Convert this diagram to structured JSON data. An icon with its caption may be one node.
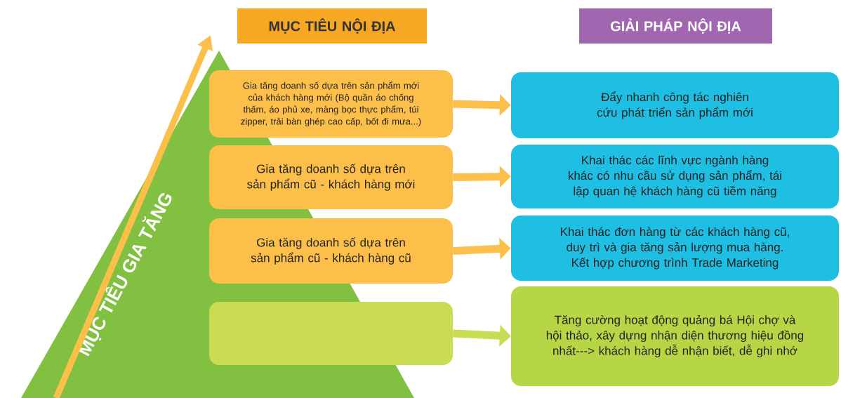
{
  "diagram": {
    "nodes": [
      {
        "text": [
          "MỤC TIÊU NỘI ĐỊA"
        ]
      },
      {
        "text": [
          "GIẢI PHÁP NỘI ĐỊA"
        ]
      },
      {
        "text": [
          "MỤC TIÊU GIA TĂNG"
        ]
      },
      {
        "text": [
          "Gia tăng doanh số dựa trên sản phẩm mới của khách hàng mới (Bộ quần áo chống thấm, áo phủ xe, màng bọc thực phẩm, túi zipper, trải bàn ghép cao cấp, bốt đi mưa...)"
        ]
      },
      {
        "text": [
          "Gia tăng doanh số dựa trên sản phẩm cũ - khách hàng mới"
        ]
      },
      {
        "text": [
          "Gia tăng doanh số dựa trên sản phẩm cũ - khách hàng cũ"
        ]
      },
      {
        "text": [],
        "shape": "box"
      },
      {
        "text": [
          "Đẩy nhanh công tác nghiên cứu phát triển sản phẩm mới"
        ]
      },
      {
        "text": [
          "Khai thác các lĩnh vực ngành hàng khác có nhu cầu sử dụng sản phẩm, tái lập quan hệ khách hàng cũ tiềm năng"
        ]
      },
      {
        "text": [
          "Khai thác đơn hàng từ các khách hàng cũ, duy trì và gia tăng sản lượng mua hàng. Kết hợp chương trình Trade Marketing"
        ]
      },
      {
        "text": [
          "Tăng cường hoạt động quảng bá Hội chợ và hội thảo, xây dựng nhận diện thương hiệu đồng nhất---> khách hàng dễ nhận biết, dễ ghi nhớ"
        ]
      }
    ],
    "edges": [
      {
        "from": 3,
        "to": 7,
        "arrow": "to"
      },
      {
        "from": 4,
        "to": 8,
        "arrow": "to"
      },
      {
        "from": 5,
        "to": 9,
        "arrow": "to"
      },
      {
        "from": 6,
        "to": 10,
        "arrow": "to",
        "color": "#c9dc52"
      }
    ]
  }
}
